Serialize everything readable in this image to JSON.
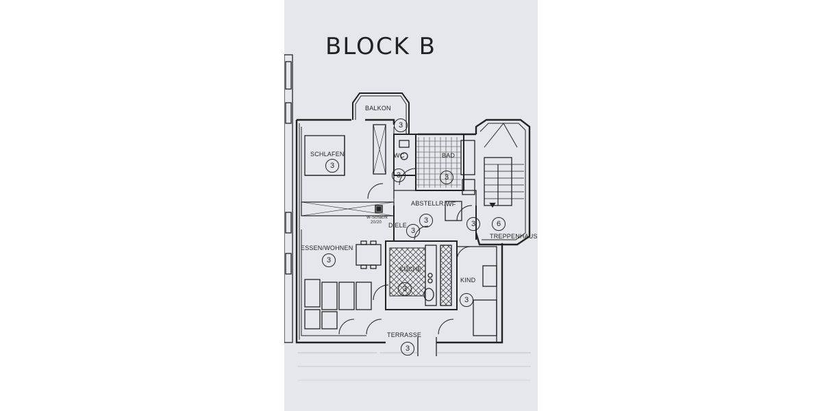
{
  "sheet": {
    "title": "BLOCK  B"
  },
  "rooms": {
    "balkon": {
      "label": "BALKON",
      "number": "3"
    },
    "schlafen": {
      "label": "SCHLAFEN",
      "number": "3"
    },
    "wc": {
      "label": "WC",
      "number": "3"
    },
    "bad": {
      "label": "BAD",
      "number": "3"
    },
    "abstellr": {
      "label": "ABSTELLR.",
      "number": "3"
    },
    "wf": {
      "label": "WF"
    },
    "diele": {
      "label": "DIELE",
      "number": "3"
    },
    "treppenhaus": {
      "label": "TREPPENHAUS",
      "number": "6"
    },
    "essen_wohnen": {
      "label": "ESSEN/WOHNEN",
      "number": "3"
    },
    "kueche": {
      "label": "KÜCHE",
      "number": "3"
    },
    "kind": {
      "label": "KIND",
      "number": "3"
    },
    "terrasse": {
      "label": "TERRASSE",
      "number": "3"
    }
  },
  "annotations": {
    "chimney": "20/20",
    "kamin_note": "W-Schacht"
  },
  "colors": {
    "paper": "#e6e7eb",
    "ink": "#222222"
  }
}
